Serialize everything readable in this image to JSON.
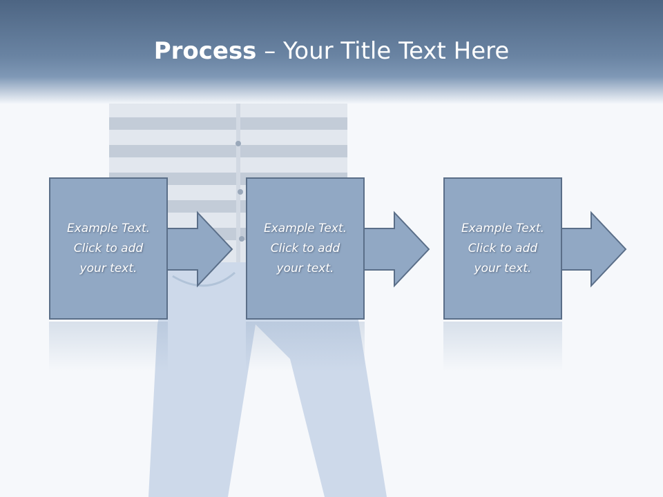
{
  "slide": {
    "title_bold": "Process",
    "title_rest": " – Your Title Text Here"
  },
  "steps": [
    {
      "text": "Example Text.\nClick  to add\nyour text."
    },
    {
      "text": "Example Text.\nClick  to add\nyour text."
    },
    {
      "text": "Example Text.\nClick  to add\nyour text."
    }
  ],
  "colors": {
    "title_bar": "#5a7394",
    "box_fill": "#91a8c4",
    "box_border": "#5a6e88",
    "text": "#ffffff"
  }
}
